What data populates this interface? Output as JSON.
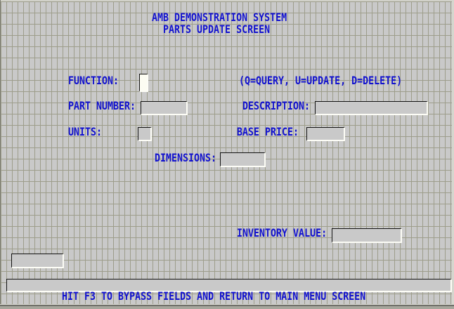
{
  "window": {
    "title_line1": "AMB DEMONSTRATION SYSTEM",
    "title_line2": "PARTS UPDATE SCREEN"
  },
  "fields": {
    "function": {
      "label": "FUNCTION:",
      "value": "",
      "hint": "(Q=QUERY, U=UPDATE, D=DELETE)"
    },
    "part_number": {
      "label": "PART NUMBER:",
      "value": ""
    },
    "description": {
      "label": "DESCRIPTION:",
      "value": ""
    },
    "units": {
      "label": "UNITS:",
      "value": ""
    },
    "base_price": {
      "label": "BASE PRICE:",
      "value": ""
    },
    "dimensions": {
      "label": "DIMENSIONS:",
      "value": ""
    },
    "inventory_value": {
      "label": "INVENTORY VALUE:",
      "value": ""
    },
    "status": {
      "value": ""
    },
    "message": {
      "value": ""
    }
  },
  "footer": {
    "instruction": "HIT F3 TO BYPASS FIELDS AND RETURN TO MAIN MENU SCREEN"
  },
  "colors": {
    "text_blue": "#1212cf",
    "screen_bg": "#c9c9c9",
    "gridline": "#9d9d8b",
    "box_face": "#c9c9c9",
    "active_box_face": "#fcfcf2",
    "shadow_dark": "#111111",
    "highlight": "#fdfdf6"
  }
}
